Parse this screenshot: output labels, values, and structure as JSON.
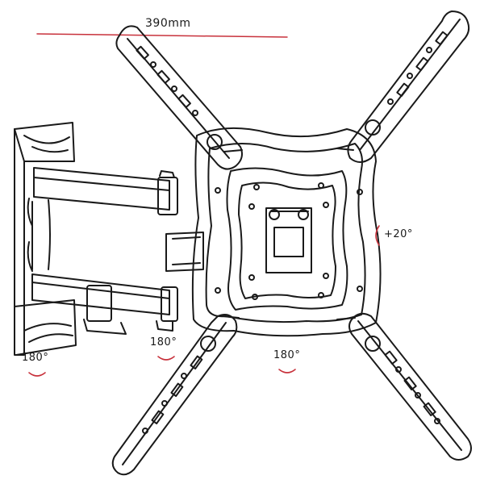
{
  "colors": {
    "line": "#1a1a1a",
    "accent": "#c8323c",
    "background": "#ffffff"
  },
  "labels": {
    "width": "390mm",
    "tilt": "+20°",
    "rotation_wall": "180°",
    "rotation_arm": "180°",
    "rotation_plate": "180°"
  }
}
